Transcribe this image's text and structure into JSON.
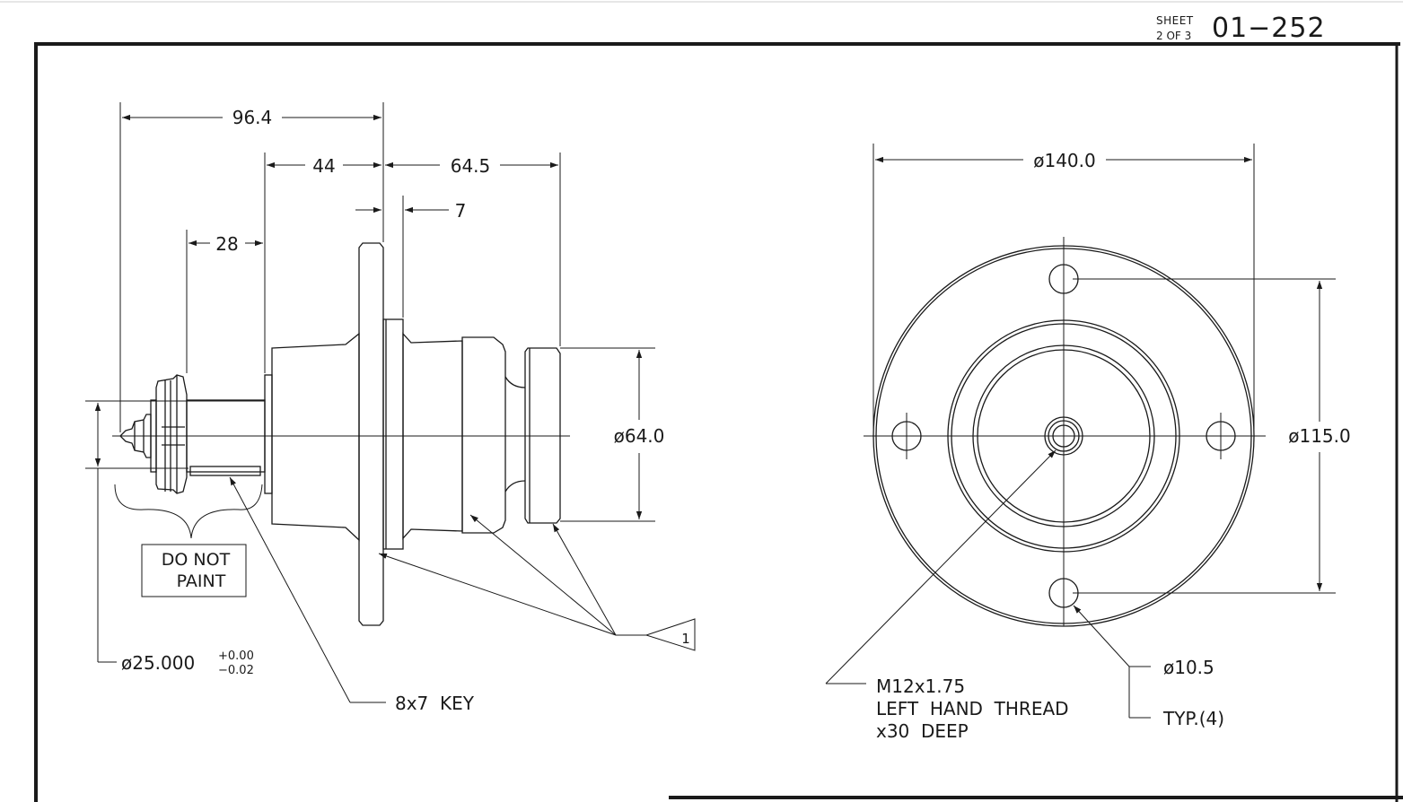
{
  "title_block": {
    "sheet_label": "SHEET",
    "sheet_count": "2 OF 3",
    "drawing_number": "01−252"
  },
  "side_view": {
    "dim_overall": "96.4",
    "dim_hub": "44",
    "dim_spindle": "64.5",
    "dim_flange": "7",
    "dim_key_length": "28",
    "dim_diameter": "ø64.0",
    "shaft_diameter": "ø25.000",
    "shaft_tol_upper": "+0.00",
    "shaft_tol_lower": "−0.02",
    "note_box_line1": "DO NOT",
    "note_box_line2": "PAINT",
    "key_label": "8x7  KEY",
    "flag_note": "1"
  },
  "end_view": {
    "dim_outer": "ø140.0",
    "dim_bolt_circle": "ø115.0",
    "hole_diameter": "ø10.5",
    "hole_count": "TYP.(4)",
    "thread_line1": "M12x1.75",
    "thread_line2": "LEFT  HAND  THREAD",
    "thread_line3": "x30  DEEP"
  },
  "colors": {
    "ink": "#1a1a1a",
    "paper": "#ffffff"
  }
}
